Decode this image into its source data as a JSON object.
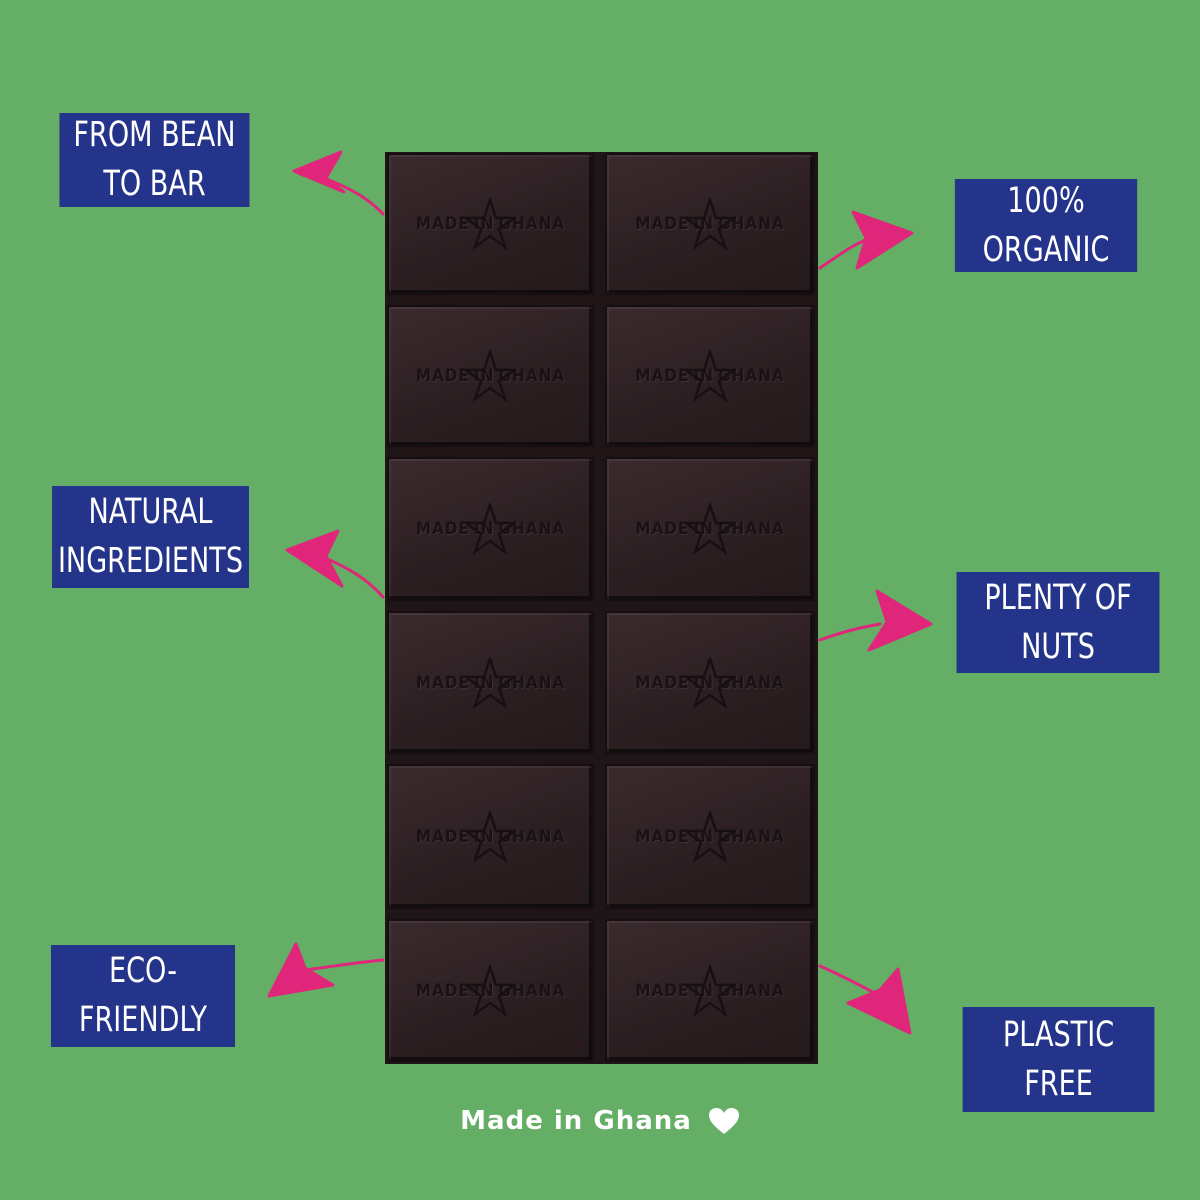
{
  "labels": {
    "from_bean": [
      "FROM BEAN",
      "TO BAR"
    ],
    "organic": [
      "100%",
      "ORGANIC"
    ],
    "natural": [
      "NATURAL",
      "INGREDIENTS"
    ],
    "nuts": [
      "PLENTY OF",
      "NUTS"
    ],
    "eco": [
      "ECO-",
      "FRIENDLY"
    ],
    "plastic": [
      "PLASTIC",
      "FREE"
    ]
  },
  "bar": {
    "emboss_text_left": "MADE",
    "emboss_text_mid": "IN",
    "emboss_text_right": "GHANA"
  },
  "footer": {
    "text": "Made in Ghana",
    "icon": "heart-icon"
  },
  "colors": {
    "background": "#65ae66",
    "label_bg": "#24348a",
    "arrow": "#e0267a",
    "chocolate": "#2c1f22"
  }
}
